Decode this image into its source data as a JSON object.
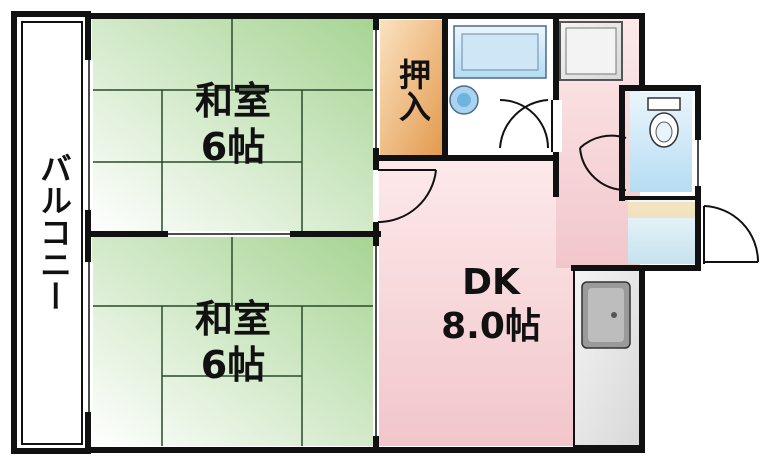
{
  "floorplan": {
    "balcony_label": "バルコニー",
    "washitsu_top": {
      "name": "和室",
      "size": "6帖"
    },
    "washitsu_bottom": {
      "name": "和室",
      "size": "6帖"
    },
    "closet_label": "押入",
    "dk": {
      "name": "DK",
      "size": "8.0帖"
    }
  },
  "colors": {
    "wall": "#111111",
    "tatami_light": "#f4f9f1",
    "tatami_dark": "#9fd08c",
    "tatami_line": "#2a4a2a",
    "dk_floor": "#f6d7da",
    "closet": "#e8a45a",
    "bath": "#a9d3ef",
    "toilet": "#b7d9f0",
    "kitchen": "#e6e6e6",
    "entrance": "#cfe7f2"
  }
}
